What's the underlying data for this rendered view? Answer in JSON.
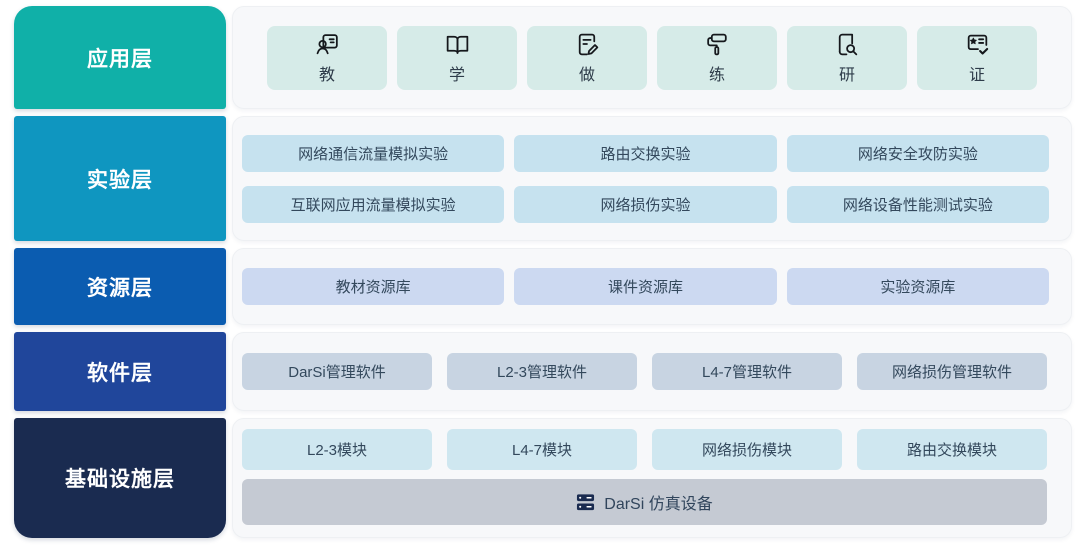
{
  "colors": {
    "application_layer": "#10b0a8",
    "experiment_layer": "#0f96c0",
    "resource_layer": "#0b5cb0",
    "software_layer": "#20469b",
    "infrastructure_layer": "#1a2b50",
    "app_card_bg": "#d6ebe8",
    "experiment_card_bg": "#c6e2ef",
    "resource_card_bg": "#ccd9f1",
    "software_card_bg": "#c8d4e2",
    "module_card_bg": "#cfe7f0",
    "device_bar_bg": "#c5cad3",
    "panel_bg": "#f7f8fa"
  },
  "layers": [
    {
      "label": "应用层",
      "items": [
        {
          "icon": "teacher-icon",
          "label": "教"
        },
        {
          "icon": "open-book-icon",
          "label": "学"
        },
        {
          "icon": "edit-document-icon",
          "label": "做"
        },
        {
          "icon": "paint-roller-icon",
          "label": "练"
        },
        {
          "icon": "book-search-icon",
          "label": "研"
        },
        {
          "icon": "certificate-icon",
          "label": "证"
        }
      ]
    },
    {
      "label": "实验层",
      "items": [
        {
          "label": "网络通信流量模拟实验"
        },
        {
          "label": "路由交换实验"
        },
        {
          "label": "网络安全攻防实验"
        },
        {
          "label": "互联网应用流量模拟实验"
        },
        {
          "label": "网络损伤实验"
        },
        {
          "label": "网络设备性能测试实验"
        }
      ]
    },
    {
      "label": "资源层",
      "items": [
        {
          "label": "教材资源库"
        },
        {
          "label": "课件资源库"
        },
        {
          "label": "实验资源库"
        }
      ]
    },
    {
      "label": "软件层",
      "items": [
        {
          "label": "DarSi管理软件"
        },
        {
          "label": "L2-3管理软件"
        },
        {
          "label": "L4-7管理软件"
        },
        {
          "label": "网络损伤管理软件"
        }
      ]
    },
    {
      "label": "基础设施层",
      "items": [
        {
          "label": "L2-3模块"
        },
        {
          "label": "L4-7模块"
        },
        {
          "label": "网络损伤模块"
        },
        {
          "label": "路由交换模块"
        }
      ],
      "device_bar": {
        "icon": "server-icon",
        "label": "DarSi 仿真设备"
      }
    }
  ]
}
